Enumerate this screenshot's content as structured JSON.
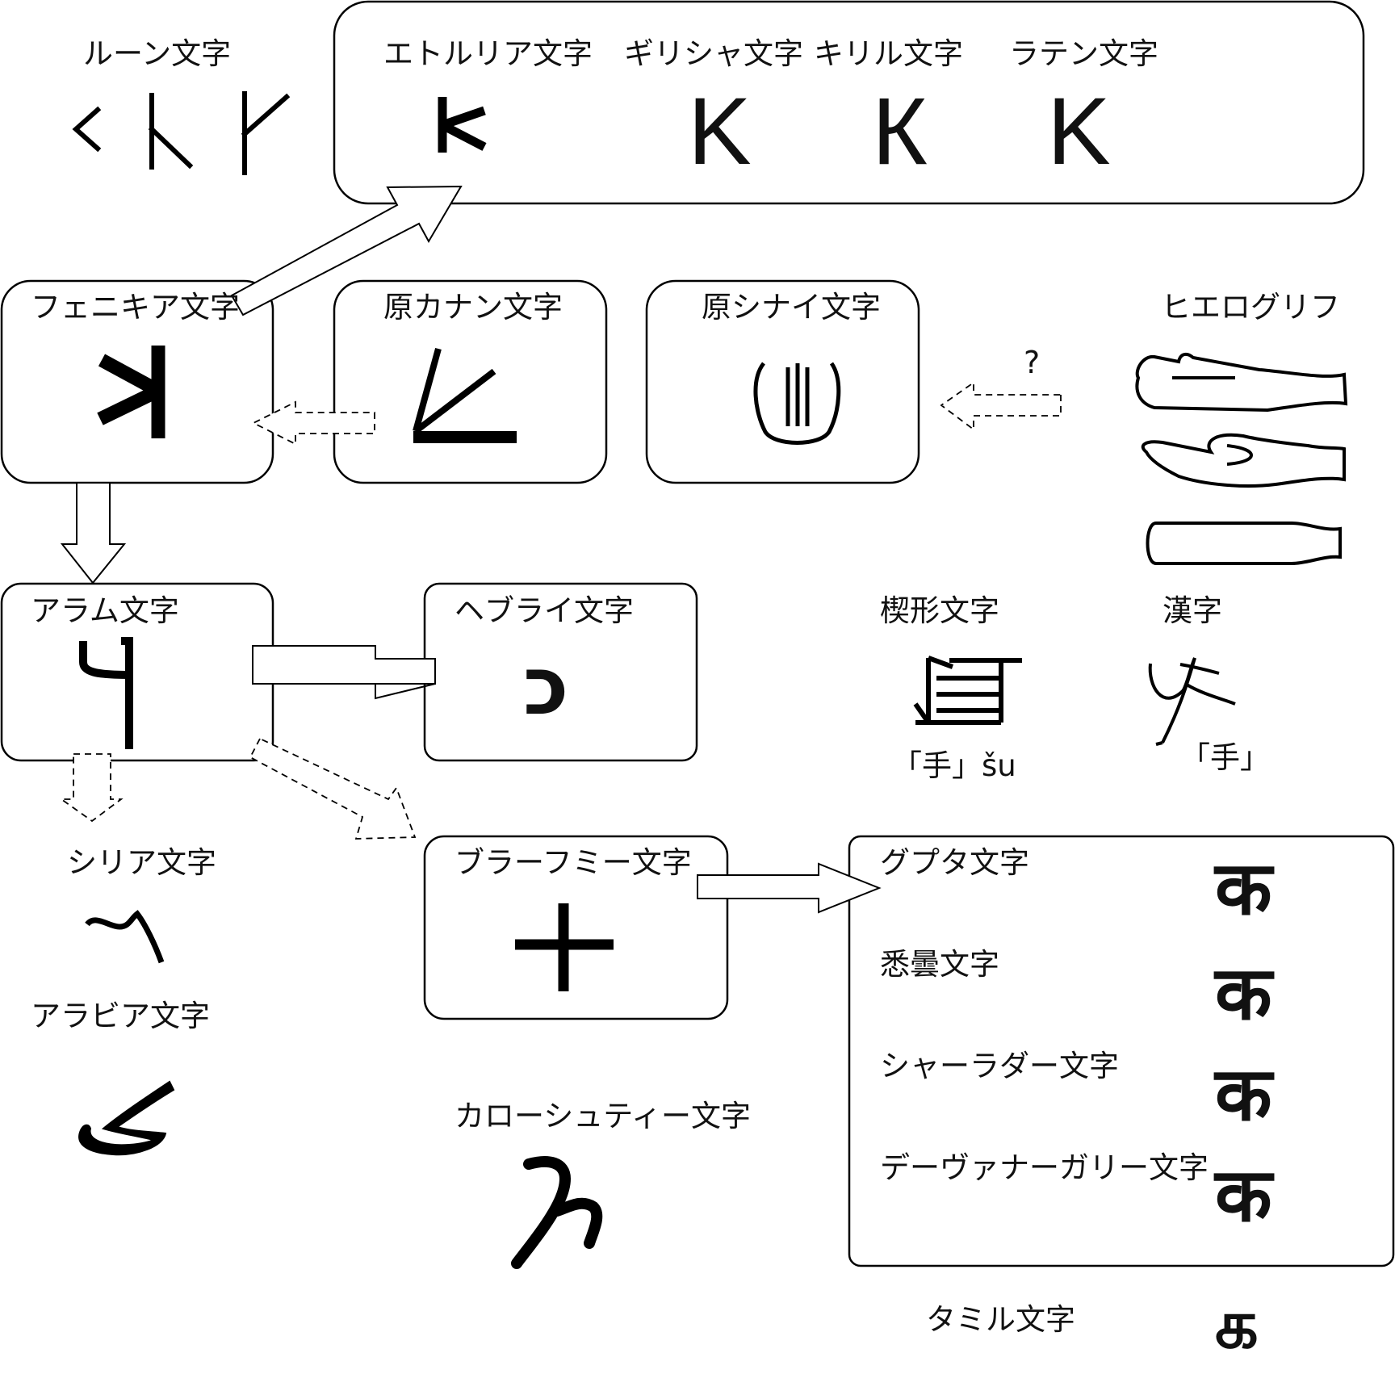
{
  "labels": {
    "rune": "ルーン文字",
    "etruscan": "エトルリア文字",
    "greek": "ギリシャ文字",
    "cyrillic": "キリル文字",
    "latin": "ラテン文字",
    "phoenician": "フェニキア文字",
    "proto_canaanite": "原カナン文字",
    "proto_sinaitic": "原シナイ文字",
    "hieroglyph": "ヒエログリフ",
    "aramaic": "アラム文字",
    "hebrew": "ヘブライ文字",
    "cuneiform": "楔形文字",
    "kanji": "漢字",
    "cuneiform_caption": "「手」šu",
    "kanji_caption": "「手」",
    "syriac": "シリア文字",
    "arabic": "アラビア文字",
    "brahmi": "ブラーフミー文字",
    "gupta": "グプタ文字",
    "siddham": "悉曇文字",
    "sharada": "シャーラダー文字",
    "devanagari": "デーヴァナーガリー文字",
    "kharosthi": "カローシュティー文字",
    "tamil": "タミル文字",
    "question_mark": "?"
  },
  "glyphs": {
    "greek": "K",
    "cyrillic": "К",
    "latin": "K",
    "hebrew": "כ",
    "arabic": "ك",
    "gupta": "क",
    "siddham": "क",
    "sharada": "क",
    "devanagari": "क",
    "tamil": "க"
  }
}
